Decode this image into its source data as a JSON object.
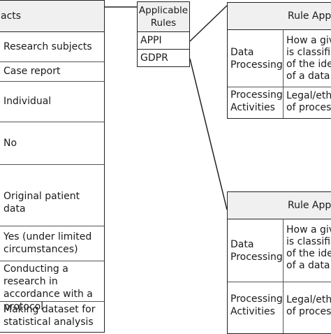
{
  "facts": {
    "header": "acts",
    "rows": [
      "Research subjects",
      "Case report",
      "Individual",
      "No",
      "Original patient data",
      "Yes (under limited circumstances)",
      "Conducting a research in accordance with a protocol",
      "Making dataset for statistical analysis"
    ]
  },
  "rules": {
    "header": "Applicable Rules",
    "items": [
      "APPI",
      "GDPR"
    ]
  },
  "rule_application": [
    {
      "title": "Rule Applic",
      "rows": [
        {
          "label": "Data Processing",
          "text": "How a give\nis classifie\nof the iden\nof a data s"
        },
        {
          "label": "Processing Activities",
          "text": "Legal/ethic\nof process"
        }
      ]
    },
    {
      "title": "Rule Applic",
      "rows": [
        {
          "label": "Data Processing",
          "text": "How a give\nis classifie\nof the iden\nof a data s"
        },
        {
          "label": "Processing Activities",
          "text": "Legal/ethic\nof process"
        }
      ]
    }
  ]
}
